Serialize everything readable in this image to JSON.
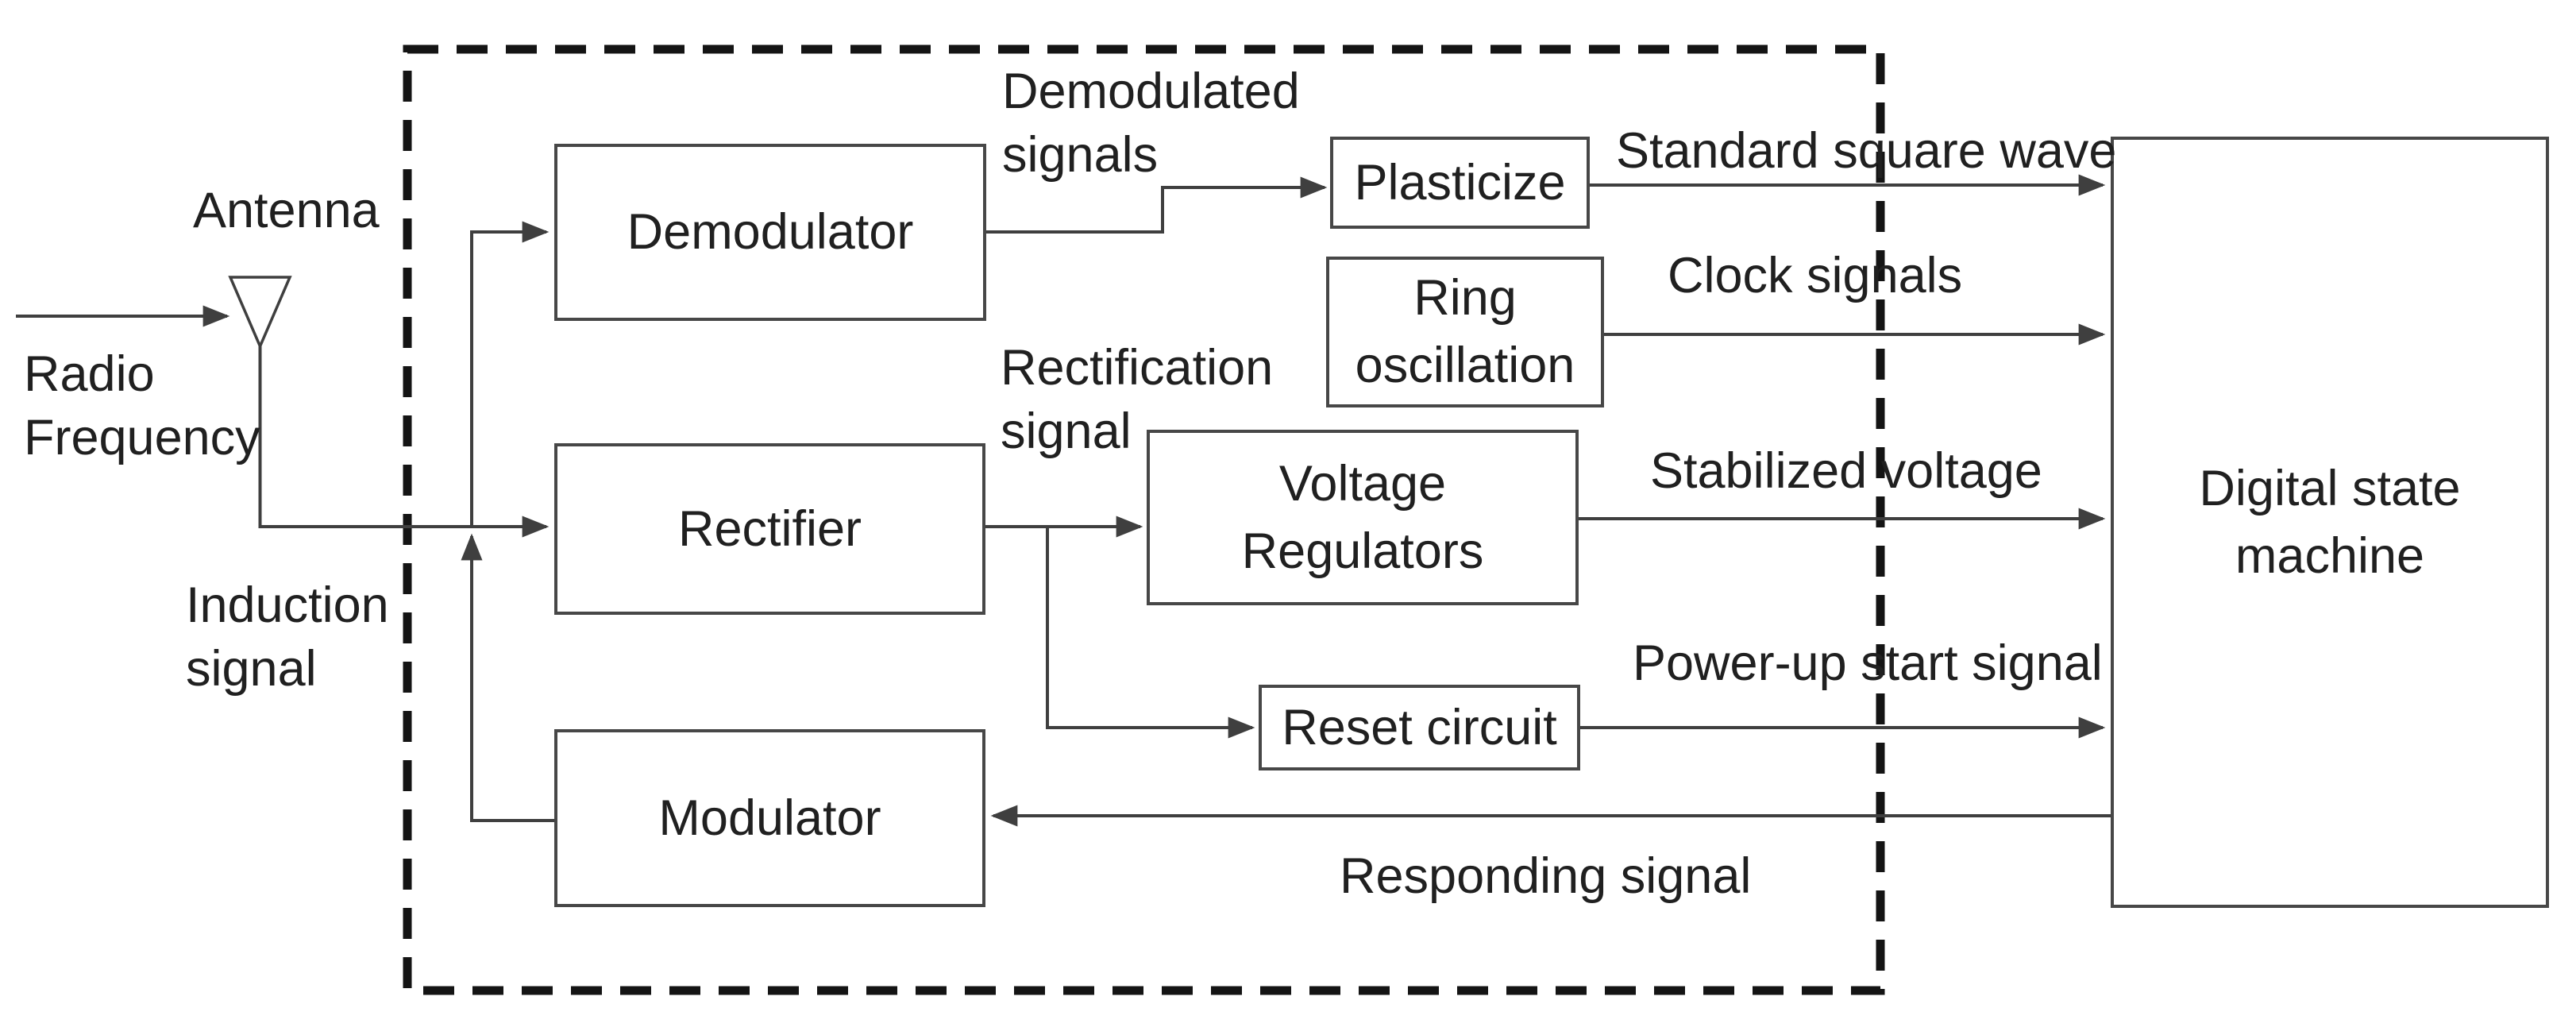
{
  "colors": {
    "background": "#ffffff",
    "line": "#3f3f3f",
    "box_border": "#474747",
    "dashed_border": "#141414",
    "text": "#202020"
  },
  "blocks": {
    "demodulator": {
      "label": "Demodulator"
    },
    "rectifier": {
      "label": "Rectifier"
    },
    "modulator": {
      "label": "Modulator"
    },
    "plasticize": {
      "label": "Plasticize"
    },
    "ring_oscillation": {
      "lines": [
        "Ring",
        "oscillation"
      ]
    },
    "voltage_regulators": {
      "lines": [
        "Voltage",
        "Regulators"
      ]
    },
    "reset_circuit": {
      "label": "Reset circuit"
    },
    "digital_state_machine": {
      "lines": [
        "Digital state",
        "machine"
      ]
    }
  },
  "labels": {
    "antenna": "Antenna",
    "radio_frequency": [
      "Radio",
      "Frequency"
    ],
    "induction_signal": [
      "Induction",
      "signal"
    ],
    "demodulated_signals": [
      "Demodulated",
      "signals"
    ],
    "rectification_signal": [
      "Rectification",
      "signal"
    ],
    "standard_square_wave": "Standard square wave",
    "clock_signals": "Clock signals",
    "stabilized_voltage": "Stabilized voltage",
    "power_up_start_signal": "Power-up start signal",
    "responding_signal": "Responding signal"
  },
  "icons": {
    "antenna_symbol": "downward-triangle-antenna",
    "arrowhead": "filled-triangle-arrowhead"
  }
}
